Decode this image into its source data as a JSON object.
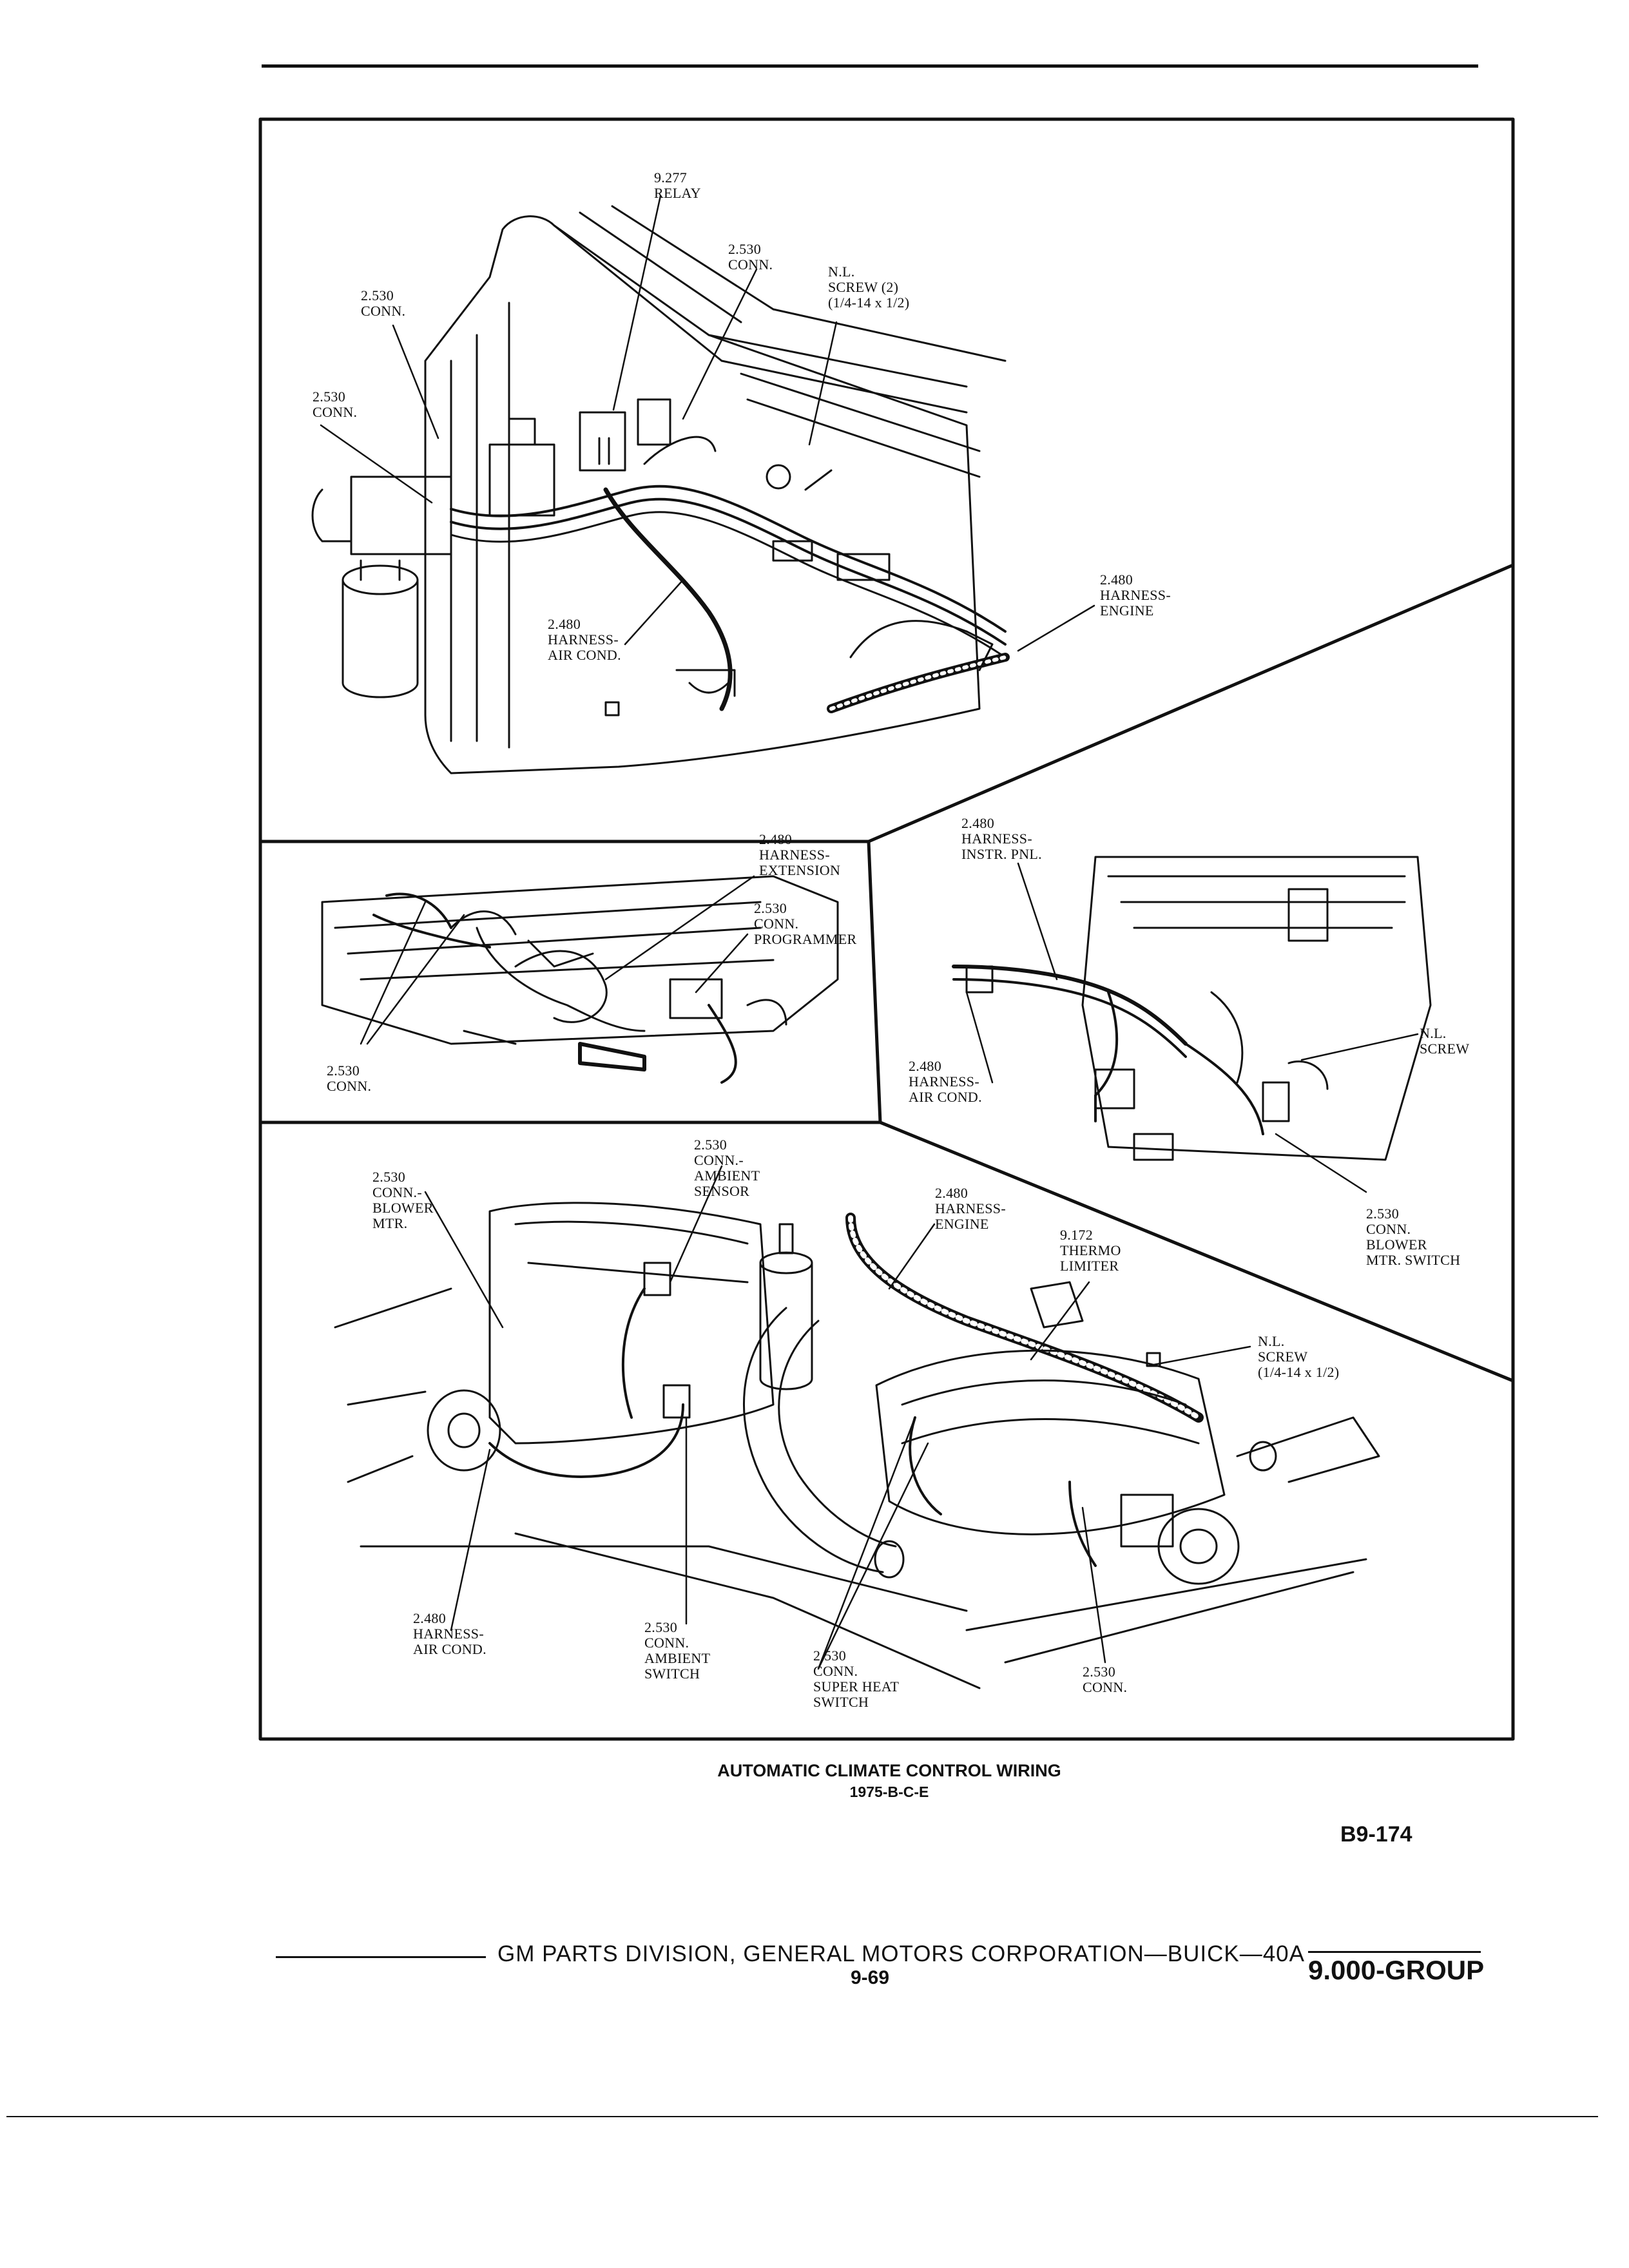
{
  "callouts": {
    "relay": "9.277\nRELAY",
    "conn_top_center": "2.530\nCONN.",
    "screw_top": "N.L.\nSCREW (2)\n(1/4-14 x 1/2)",
    "conn_top_left_a": "2.530\nCONN.",
    "conn_top_left_b": "2.530\nCONN.",
    "harness_engine_top": "2.480\nHARNESS-\nENGINE",
    "harness_aircond_top": "2.480\nHARNESS-\nAIR COND.",
    "harness_extension": "2.480\nHARNESS-\nEXTENSION",
    "conn_programmer": "2.530\nCONN.\nPROGRAMMER",
    "conn_mid_left": "2.530\nCONN.",
    "harness_instr": "2.480\nHARNESS-\nINSTR. PNL.",
    "screw_mid_right": "N.L.\nSCREW",
    "harness_aircond_mid": "2.480\nHARNESS-\nAIR COND.",
    "conn_blower_switch": "2.530\nCONN.\nBLOWER\nMTR. SWITCH",
    "conn_ambient_sensor": "2.530\nCONN.-\nAMBIENT\nSENSOR",
    "conn_blower_mtr": "2.530\nCONN.-\nBLOWER\nMTR.",
    "harness_engine_bottom": "2.480\nHARNESS-\nENGINE",
    "thermo_limiter": "9.172\nTHERMO\nLIMITER",
    "screw_bottom": "N.L.\nSCREW\n(1/4-14 x 1/2)",
    "harness_aircond_bottom": "2.480\nHARNESS-\nAIR COND.",
    "conn_ambient_switch": "2.530\nCONN.\nAMBIENT\nSWITCH",
    "conn_super_heat": "2.530\nCONN.\nSUPER HEAT\nSWITCH",
    "conn_bottom_right": "2.530\nCONN."
  },
  "caption": {
    "title": "AUTOMATIC CLIMATE CONTROL WIRING",
    "subtitle": "1975-B-C-E"
  },
  "figure_number": "B9-174",
  "footer": {
    "line": "GM PARTS DIVISION,  GENERAL MOTORS CORPORATION—BUICK—40A",
    "page": "9-69",
    "group": "9.000-GROUP"
  }
}
